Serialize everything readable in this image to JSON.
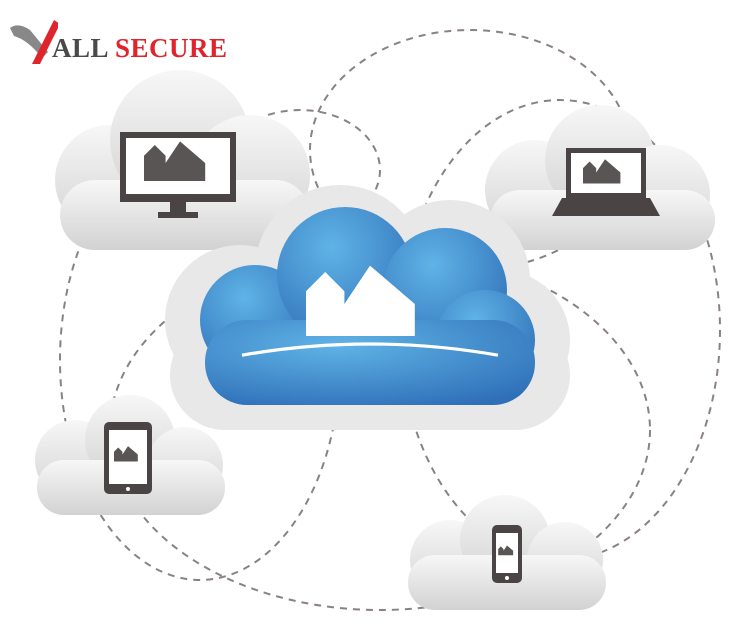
{
  "logo": {
    "word1": "ALL",
    "word2": "SECURE"
  },
  "colors": {
    "brand_red": "#e0242b",
    "brand_gray": "#4a4a4a",
    "cloud_blue": "#3f86c8",
    "cloud_gray": "#e4e4e4",
    "dash": "#8a8280"
  },
  "devices": [
    "home-cloud",
    "desktop-monitor",
    "laptop",
    "tablet",
    "smartphone"
  ]
}
